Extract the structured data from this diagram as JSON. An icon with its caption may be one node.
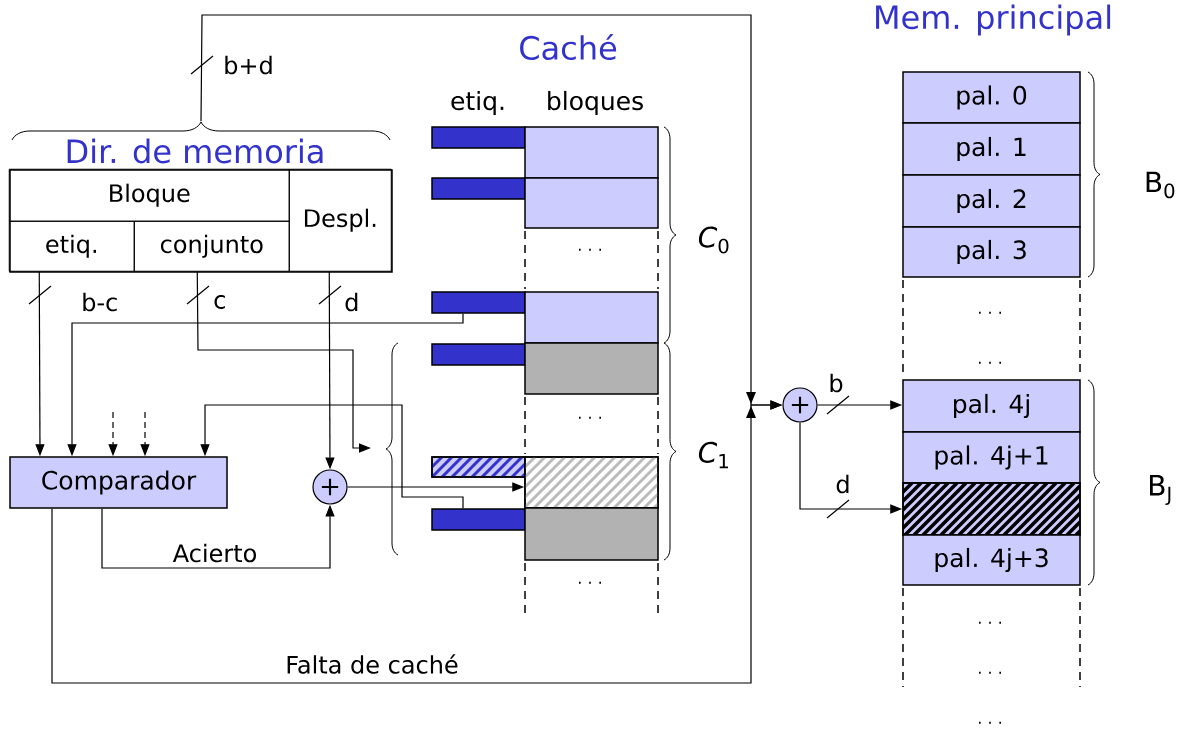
{
  "diagram": {
    "nodes": [
      {
        "text": [
          "Dir. de memoria"
        ]
      },
      {
        "text": [
          "Bloque"
        ],
        "in": 0
      },
      {
        "text": [
          "Despl."
        ],
        "in": 0
      },
      {
        "text": [
          "etiq."
        ],
        "in": 0
      },
      {
        "text": [
          "conjunto"
        ],
        "in": 0
      },
      {
        "text": [
          "Comparador"
        ]
      },
      {
        "text": [
          "+"
        ]
      },
      {
        "text": [
          "+"
        ]
      },
      {
        "text": [],
        "shape": "bar"
      },
      {
        "text": [],
        "shape": "bar"
      },
      {
        "text": [],
        "shape": "bar"
      },
      {
        "text": [],
        "shape": "bar"
      },
      {
        "text": [],
        "shape": "bar"
      },
      {
        "text": [],
        "shape": "bar"
      },
      {
        "text": [],
        "shape": "box"
      },
      {
        "text": [],
        "shape": "box"
      },
      {
        "text": [],
        "shape": "box"
      },
      {
        "text": [],
        "shape": "box"
      },
      {
        "text": [],
        "shape": "box"
      },
      {
        "text": [],
        "shape": "box"
      },
      {
        "text": [
          "pal. 0"
        ]
      },
      {
        "text": [
          "pal. 1"
        ]
      },
      {
        "text": [
          "pal. 2"
        ]
      },
      {
        "text": [
          "pal. 3"
        ]
      },
      {
        "text": [
          "pal. 4j"
        ]
      },
      {
        "text": [
          "pal. 4j+1"
        ]
      },
      {
        "text": [],
        "shape": "box"
      },
      {
        "text": [
          "pal. 4j+3"
        ]
      }
    ],
    "edges": [
      {
        "from": 3,
        "to": 5,
        "arrow": "to",
        "label": "b-c"
      },
      {
        "from": 10,
        "to": 5,
        "arrow": "to"
      },
      {
        "from": null,
        "to": 5,
        "arrow": "to",
        "style": "dashed"
      },
      {
        "from": null,
        "to": 5,
        "arrow": "to",
        "style": "dashed"
      },
      {
        "from": 13,
        "to": 5,
        "arrow": "to"
      },
      {
        "from": 4,
        "to": null,
        "arrow": "to",
        "label": "c"
      },
      {
        "from": 2,
        "to": 6,
        "arrow": "to",
        "label": "d"
      },
      {
        "from": 5,
        "to": 6,
        "arrow": "to",
        "label": "Acierto"
      },
      {
        "from": 6,
        "to": 18,
        "arrow": "to"
      },
      {
        "from": 0,
        "to": 7,
        "arrow": "to",
        "label": "b+d"
      },
      {
        "from": 5,
        "to": 7,
        "arrow": "to",
        "label": "Falta de caché"
      },
      {
        "from": 7,
        "to": 24,
        "arrow": "to",
        "label": "b"
      },
      {
        "from": 7,
        "to": 26,
        "arrow": "to",
        "label": "d"
      }
    ],
    "labels": [
      "Mem. principal",
      "Caché",
      "etiq.",
      "bloques",
      "B$_{0}$",
      "*C*$_{0}$",
      "· · ·",
      "· · ·",
      "· · ·",
      "· · ·",
      "*C*$_{1}$",
      "B$_{J}$",
      "· · ·",
      "· · ·",
      "· · ·",
      "· · ·"
    ]
  }
}
